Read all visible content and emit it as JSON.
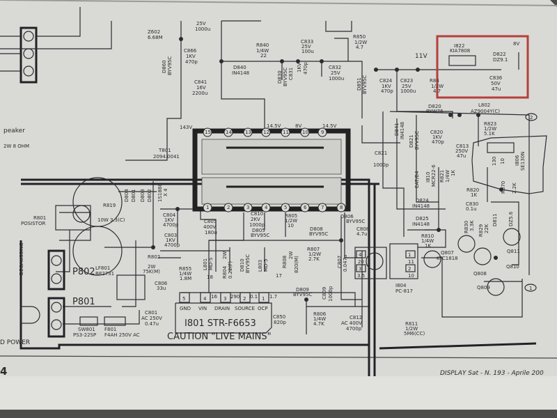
{
  "page": {
    "page_number": "4",
    "footer": "DISPLAY Sat - N. 193 - Aprile 200",
    "caution": "CAUTION \"LIVE MAINS\""
  },
  "colors": {
    "paper": "#d9d9d6",
    "ink": "#2a2a2c",
    "highlight_box": "#b5403a"
  },
  "labels": {
    "speaker_1": "peaker",
    "speaker_2": "2W 8 OHM",
    "z602": "Z602",
    "z602_v": "6.68M",
    "c_top_1": "25V",
    "c_top_2": "1000u",
    "d860": "D860",
    "d860_v": "BYV95C",
    "c866": "C866",
    "c866_v1": "1KV",
    "c866_v2": "470p",
    "c841": "C841",
    "c841_v1": "16V",
    "c841_v2": "2200u",
    "d840": "D840",
    "d840_v": "IN4148",
    "r840": "R840",
    "r840_v1": "1/4W",
    "r840_v2": "22",
    "d830": "D830",
    "d830_v": "BYV95C",
    "c831": "C831",
    "c831_v1": "1KV",
    "c831_v2": "470p",
    "c833": "C833",
    "c833_v1": "25V",
    "c833_v2": "100u",
    "c832": "C832",
    "c832_v1": "25V",
    "c832_v2": "1000u",
    "r850": "R850",
    "r850_v1": "1/2W",
    "r850_v2": "4.7",
    "v11": "11V",
    "d851": "D851",
    "d851_v": "BYV95C",
    "c824": "C824",
    "c824_v1": "1KV",
    "c824_v2": "470p",
    "c823": "C823",
    "c823_v1": "25V",
    "c823_v2": "1000u",
    "r84x": "R84",
    "r84x_v1": "1/2W",
    "r84x_v2": "4.7",
    "i822": "I822",
    "i822_v": "KIA7808",
    "v8": "8V",
    "d822": "D822",
    "d822_v": "DZ9.1",
    "c836": "C836",
    "c836_v1": "50V",
    "c836_v2": "47u",
    "d820": "D820",
    "d820_v": "BYW76",
    "l802": "L802",
    "l802_v": "AZ9004Y(C)",
    "conn2": "2",
    "c820": "C820",
    "c820_v1": "1KV",
    "c820_v2": "470p",
    "c813": "C813",
    "c813_v1": "250V",
    "c813_v2": "47u",
    "r823": "R823",
    "r823_v1": "1/2W",
    "r823_v2": "5.1K",
    "i806": "I806",
    "i806_v": "SE130N",
    "i806_p1": "130",
    "i806_p2": "10",
    "d841": "D841",
    "d841_v": "IN4148",
    "d821": "D821",
    "d821_v": "BYV95C",
    "eat": "EAT/B4",
    "i810": "I810",
    "i810_v": "MCR22-6",
    "r821": "R821",
    "r821_v1": "1/4W",
    "r821_v2": "1K",
    "r820": "R820",
    "r820_v": "1K",
    "r870": "R870",
    "r870_v": "2.2K",
    "c830": "C830",
    "c830_v": "0.1u",
    "d824": "D824",
    "d824_v": "IN4148",
    "d825": "D825",
    "d825_v": "IN4148",
    "r830": "R830",
    "r830_v": "3.3K",
    "r829": "R829",
    "r829_v": "22K",
    "d811": "D811",
    "d811_v": "DZ5.6",
    "r810": "R810",
    "r810_v1": "1/4W",
    "r810_v2": "1K",
    "q807": "Q807",
    "q807_v": "KTC1818",
    "q808": "Q808",
    "q810": "Q810",
    "q811": "Q811",
    "q809": "Q809",
    "conn1": "1",
    "i804": "I804",
    "i804_v": "PC-817",
    "r811": "R811",
    "r811_v1": "1/2W",
    "r811_v2": "5M6(CC)",
    "c812": "C812",
    "c812_v1": "AC 400V",
    "c812_v2": "4700p",
    "t801": "T801",
    "t801_v": "2094.0041",
    "v143": "143V",
    "v145a": "14.5V",
    "v8b": "8V",
    "v145b": "14.5V",
    "c821": "C821",
    "c821_v": "1000p",
    "pins_bottom": [
      "1",
      "2",
      "3",
      "4",
      "5",
      "6",
      "7",
      "8"
    ],
    "pins_top": [
      "15",
      "14",
      "13",
      "12",
      "11",
      "10",
      "9"
    ],
    "d804": "D804",
    "d801": "D801",
    "d803": "D803",
    "d802": "D802",
    "diodes_v1": "1S1888",
    "diodes_v2": "X 4",
    "r819": "R819",
    "r819_v1": "10W",
    "r819_v2": "3.3(C)",
    "r801": "R801",
    "r801_v": "POSISTOR",
    "c804": "C804",
    "c804_v1": "1KV",
    "c804_v2": "4700p",
    "c803": "C803",
    "c803_v1": "1KV",
    "c803_v2": "4700p",
    "lf801": "LF801",
    "lf801_v": "B82731",
    "r802": "R802",
    "r802_v1": "2W",
    "r802_v2": "75K(M)",
    "c806": "C806",
    "c806_v": "33u",
    "r855": "R855",
    "r855_v1": "1/4W",
    "r855_v2": "1.8M",
    "degaussing": "DEGAUSSING",
    "p802": "P802",
    "p801": "P801",
    "power": "D POWER",
    "sw801": "SW801",
    "sw801_v": "PS3-22SP",
    "f801": "F801",
    "f801_v": "F4AH 250V AC",
    "c801": "C801",
    "c801_v1": "AC 250V",
    "c801_v2": "0.47u",
    "c805": "C805",
    "c805_v1": "400V",
    "c805_v2": "180u",
    "c810": "C810",
    "c810_v1": "2KV",
    "c810_v2": "1000p",
    "r805": "R805",
    "r805_v1": "1/2W",
    "r805_v2": "10",
    "d806": "D806",
    "d806_v": "BYV95C",
    "c808": "C808",
    "c808_v": "4.7u",
    "d805": "D805",
    "d805_v": "BYV95C",
    "d808": "D808",
    "d808_v": "BYV95C",
    "l801": "L801",
    "l801_v": "MD-5",
    "r804": "R804",
    "r804_v1": "2W",
    "r804_v2": "0.22(F)",
    "d810": "D810",
    "d810_v": "BYV95C",
    "l803": "L803",
    "l803_v": "MD-5",
    "r808": "R808",
    "r808_v1": "2W",
    "r808_v2": "820(M)",
    "r807": "R807",
    "r807_v1": "1/2W",
    "r807_v2": "2.7K",
    "c807": "C807",
    "c807_v": "0.047u",
    "d809": "D809",
    "d809_v": "BYV95C",
    "c809": "C809",
    "c809_v": "1000p",
    "r806": "R806",
    "r806_v1": "1/4W",
    "r806_v2": "4.7K",
    "c850": "C850",
    "c850_v": "820p",
    "opto_p1": "4",
    "opto_p2": "20",
    "opto_p3": "3",
    "opto_p4": "3.5",
    "i804_p1": "1",
    "i804_p2": "2",
    "i804_v1": "11",
    "i804_v2": "10",
    "ic_pins": [
      "5",
      "4",
      "3",
      "2",
      "1"
    ],
    "ic_volts": [
      "16",
      "290",
      "0.1",
      "1.7"
    ],
    "ic_names": [
      "GND",
      "VIN",
      "DRAIN",
      "SOURCE",
      "OCP"
    ],
    "ic_title": "I801 STR-F6653",
    "node_18": "18",
    "node_17": "17"
  }
}
